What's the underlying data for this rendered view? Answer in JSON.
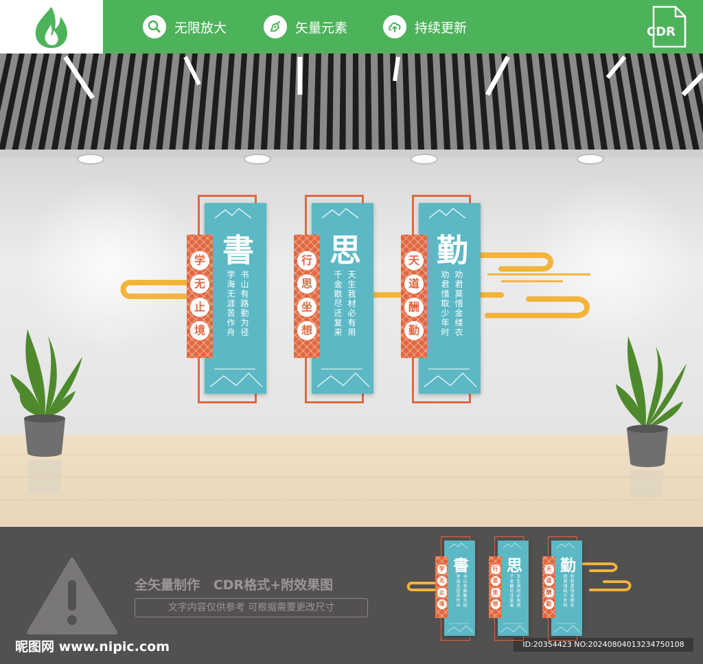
{
  "header": {
    "features": [
      {
        "icon": "magnifier-icon",
        "label": "无限放大"
      },
      {
        "icon": "vector-pen-icon",
        "label": "矢量元素"
      },
      {
        "icon": "cloud-upload-icon",
        "label": "持续更新"
      }
    ],
    "badge": "CDR"
  },
  "panels": [
    {
      "big_char": "書",
      "side": [
        "学",
        "无",
        "止",
        "境"
      ],
      "poem": [
        "书山有路勤为径",
        "学海无涯苦作舟"
      ]
    },
    {
      "big_char": "思",
      "side": [
        "行",
        "思",
        "坐",
        "想"
      ],
      "poem": [
        "天生我材必有用",
        "千金散尽还复来"
      ]
    },
    {
      "big_char": "勤",
      "side": [
        "天",
        "道",
        "酬",
        "勤"
      ],
      "poem": [
        "劝君莫惜金缕衣",
        "劝君惜取少年时"
      ]
    }
  ],
  "bottom": {
    "title": "全矢量制作   CDR格式+附效果图",
    "subtitle": "文字内容仅供参考 可根据需要更改尺寸",
    "site": "昵图网 www.nipic.com",
    "id_line": "ID:20354423 NO:20240804013234750108"
  },
  "colors": {
    "green": "#4db35b",
    "teal": "#5cb8c4",
    "orange": "#e0673e",
    "gold": "#f2b43a",
    "dark": "#535050"
  }
}
